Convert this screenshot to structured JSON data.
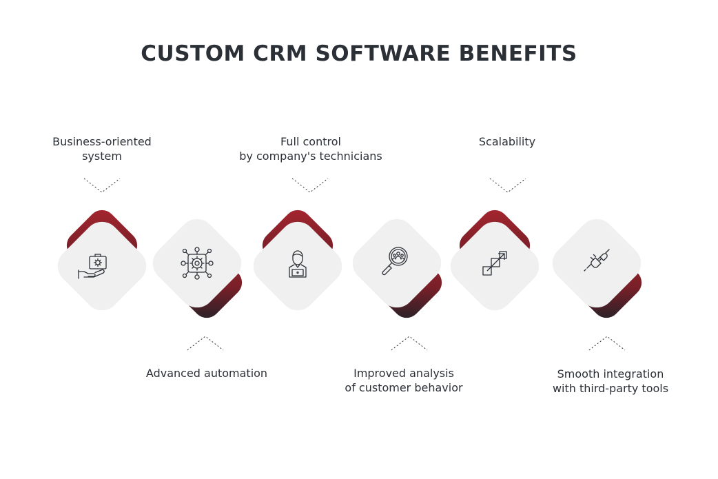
{
  "title": "CUSTOM CRM SOFTWARE BENEFITS",
  "accent_colors": {
    "gradient_start": "#a8262f",
    "gradient_mid": "#6e1e26",
    "gradient_end": "#1f2228",
    "tile": "#f0f0f0",
    "text": "#2b2f36"
  },
  "benefits": [
    {
      "lines": [
        "Business-oriented",
        "system"
      ],
      "icon": "hand-briefcase-gear-icon",
      "label_position": "top"
    },
    {
      "lines": [
        "Advanced automation"
      ],
      "icon": "gear-network-icon",
      "label_position": "bottom"
    },
    {
      "lines": [
        "Full control",
        "by company's technicians"
      ],
      "icon": "technician-laptop-icon",
      "label_position": "top"
    },
    {
      "lines": [
        "Improved analysis",
        "of customer behavior"
      ],
      "icon": "magnifier-people-icon",
      "label_position": "bottom"
    },
    {
      "lines": [
        "Scalability"
      ],
      "icon": "scale-arrow-icon",
      "label_position": "top"
    },
    {
      "lines": [
        "Smooth integration",
        "with third-party tools"
      ],
      "icon": "plug-connector-icon",
      "label_position": "bottom"
    }
  ]
}
